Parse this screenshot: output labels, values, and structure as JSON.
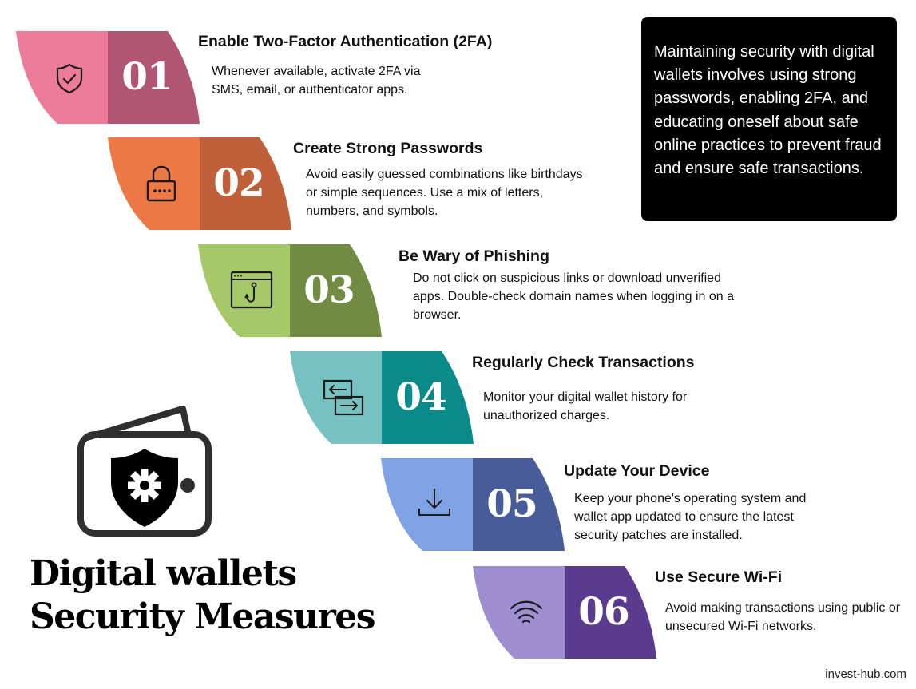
{
  "summary": "Maintaining security with digital wallets involves using strong passwords, enabling 2FA, and educating oneself about safe online practices to prevent fraud and ensure safe transactions.",
  "title_line1": "Digital wallets",
  "title_line2": "Security Measures",
  "footer": "invest-hub.com",
  "steps": [
    {
      "number": "01",
      "title": "Enable Two-Factor Authentication (2FA)",
      "description": "Whenever available, activate 2FA via SMS, email, or authenticator apps.",
      "icon": "shield-check-icon",
      "light_color": "#ec7a99",
      "dark_color": "#b05672"
    },
    {
      "number": "02",
      "title": "Create Strong Passwords",
      "description": "Avoid easily guessed combinations like birthdays or simple sequences. Use a mix of letters, numbers, and symbols.",
      "icon": "padlock-icon",
      "light_color": "#ec7846",
      "dark_color": "#c0603a"
    },
    {
      "number": "03",
      "title": "Be Wary of Phishing",
      "description": "Do not click on suspicious links or download unverified apps. Double-check domain names when logging in on a browser.",
      "icon": "phishing-hook-icon",
      "light_color": "#a5c869",
      "dark_color": "#718c42"
    },
    {
      "number": "04",
      "title": "Regularly Check Transactions",
      "description": "Monitor your digital wallet history for unauthorized charges.",
      "icon": "transfer-arrows-icon",
      "light_color": "#76c1c2",
      "dark_color": "#0b8a8a"
    },
    {
      "number": "05",
      "title": "Update Your Device",
      "description": "Keep your phone's operating system and wallet app updated to ensure the latest security patches are installed.",
      "icon": "download-icon",
      "light_color": "#7ea2e4",
      "dark_color": "#485c99"
    },
    {
      "number": "06",
      "title": "Use Secure Wi-Fi",
      "description": "Avoid making transactions using public or unsecured Wi-Fi networks.",
      "icon": "wifi-icon",
      "light_color": "#9f8ed0",
      "dark_color": "#5b3b8e"
    }
  ]
}
